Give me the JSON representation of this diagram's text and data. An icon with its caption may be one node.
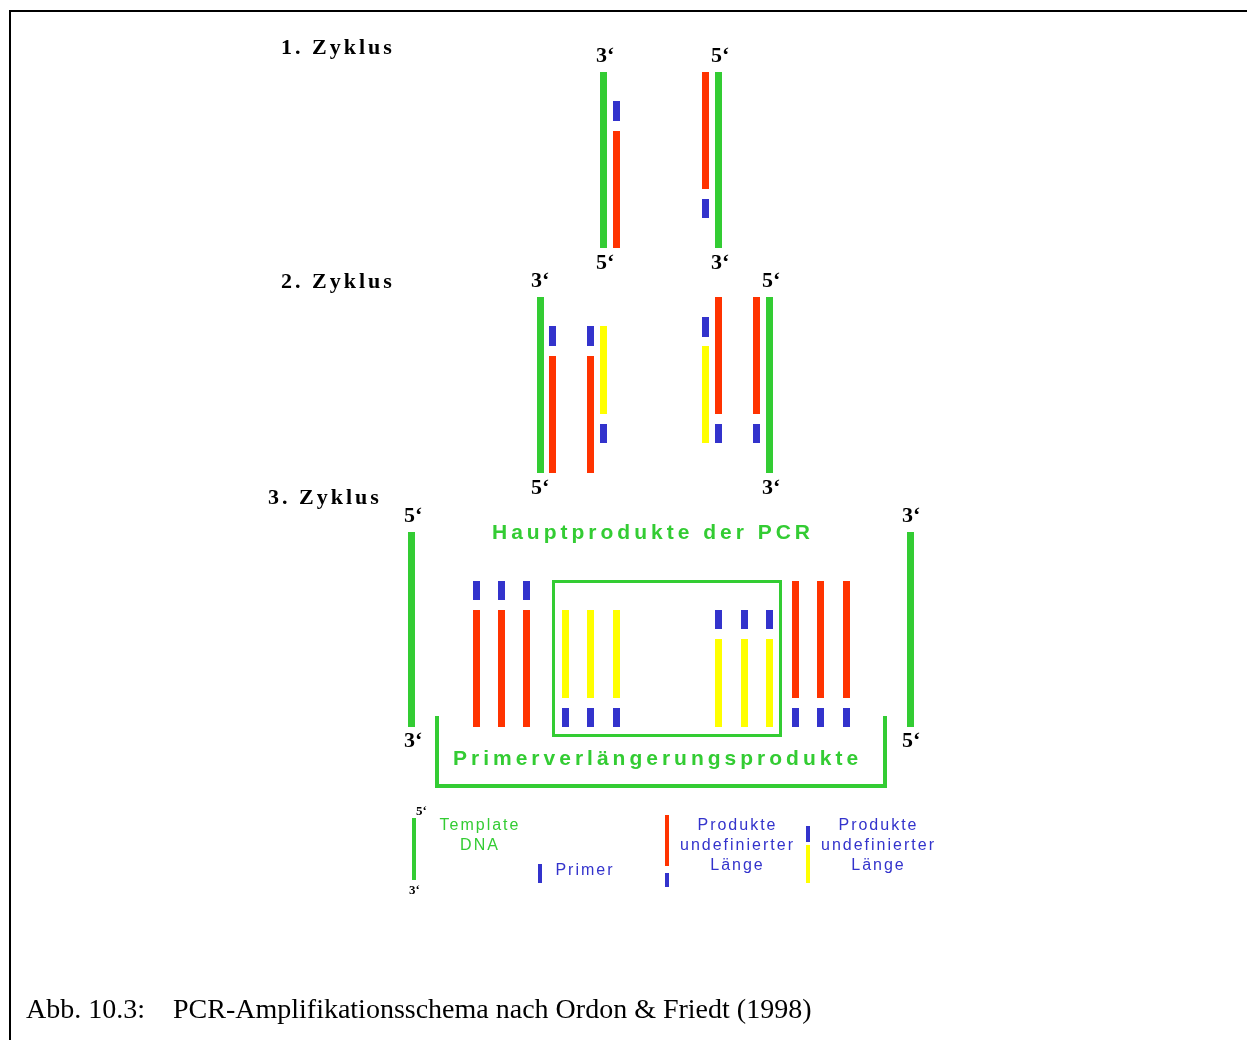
{
  "diagram": {
    "caption": "Abb. 10.3:    PCR-Amplifikationsschema nach Ordon & Friedt (1998)",
    "nodes": [
      {
        "text": [
          "Hauptprodukte der PCR"
        ]
      }
    ],
    "labels": [
      "1. Zyklus",
      "3‘",
      "5‘",
      "5‘",
      "3‘",
      "2. Zyklus",
      "3‘",
      "5‘",
      "5‘",
      "3‘",
      "3. Zyklus",
      "5‘",
      "3‘",
      "3‘",
      "Primerverlängerungsprodukte",
      "5‘",
      "5‘",
      "3‘"
    ],
    "legend": [
      {
        "text": "Template DNA"
      },
      {
        "text": "Primer"
      },
      {
        "text": "Produkte undefinierter Länge"
      },
      {
        "text": "Produkte undefinierter Länge"
      }
    ]
  }
}
